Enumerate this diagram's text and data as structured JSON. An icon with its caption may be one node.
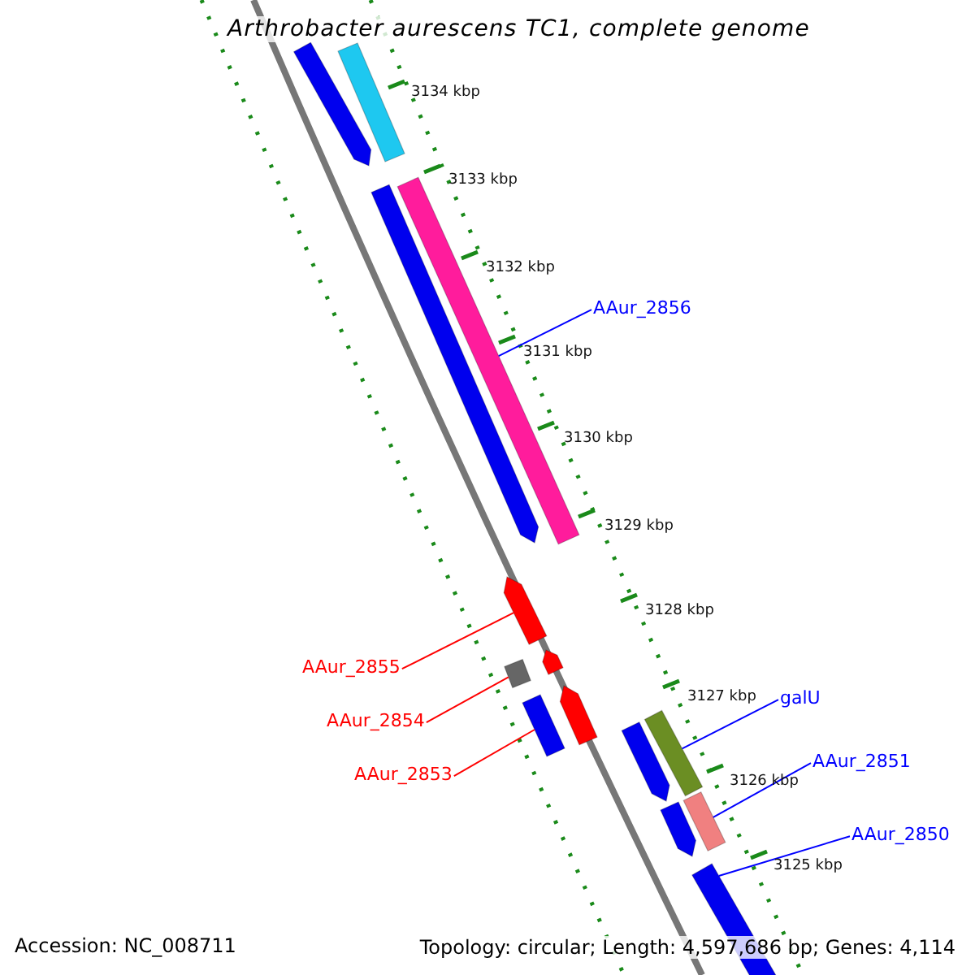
{
  "diagram": {
    "title": "Arthrobacter aurescens TC1, complete genome",
    "nodes": [
      {
        "text": [
          "AAur_2856"
        ]
      },
      {
        "text": [],
        "shape": "bar"
      },
      {
        "text": [
          "AAur_2855"
        ]
      },
      {
        "text": [],
        "shape": "arrow"
      },
      {
        "text": [
          "AAur_2854"
        ]
      },
      {
        "text": [],
        "shape": "bar"
      },
      {
        "text": [
          "AAur_2853"
        ]
      },
      {
        "text": [],
        "shape": "bar"
      },
      {
        "text": [
          "galU"
        ]
      },
      {
        "text": [],
        "shape": "bar"
      },
      {
        "text": [
          "AAur_2851"
        ]
      },
      {
        "text": [],
        "shape": "bar"
      },
      {
        "text": [
          "AAur_2850"
        ]
      },
      {
        "text": [],
        "shape": "bar"
      },
      {
        "text": [],
        "shape": "arrow"
      },
      {
        "text": [],
        "shape": "bar"
      },
      {
        "text": [],
        "shape": "arrow"
      },
      {
        "text": [],
        "shape": "arrow"
      },
      {
        "text": [],
        "shape": "arrow"
      },
      {
        "text": [],
        "shape": "arrow"
      },
      {
        "text": [],
        "shape": "arrow"
      }
    ],
    "edges": [
      {
        "from": 0,
        "to": 1,
        "arrow": "none"
      },
      {
        "from": 2,
        "to": 3,
        "arrow": "none",
        "color": "#ff0000"
      },
      {
        "from": 4,
        "to": 5,
        "arrow": "none",
        "color": "#ff0000"
      },
      {
        "from": 6,
        "to": 7,
        "arrow": "none",
        "color": "#ff0000"
      },
      {
        "from": 8,
        "to": 9,
        "arrow": "none"
      },
      {
        "from": 10,
        "to": 11,
        "arrow": "none"
      },
      {
        "from": 12,
        "to": 13,
        "arrow": "none"
      }
    ],
    "labels": [
      "3134 kbp",
      "3133 kbp",
      "3132 kbp",
      "3131 kbp",
      "3130 kbp",
      "3129 kbp",
      "3128 kbp",
      "3127 kbp",
      "3126 kbp",
      "3125 kbp",
      "Accession: NC_008711",
      "Topology: circular; Length: 4,597,686 bp; Genes: 4,114"
    ]
  }
}
